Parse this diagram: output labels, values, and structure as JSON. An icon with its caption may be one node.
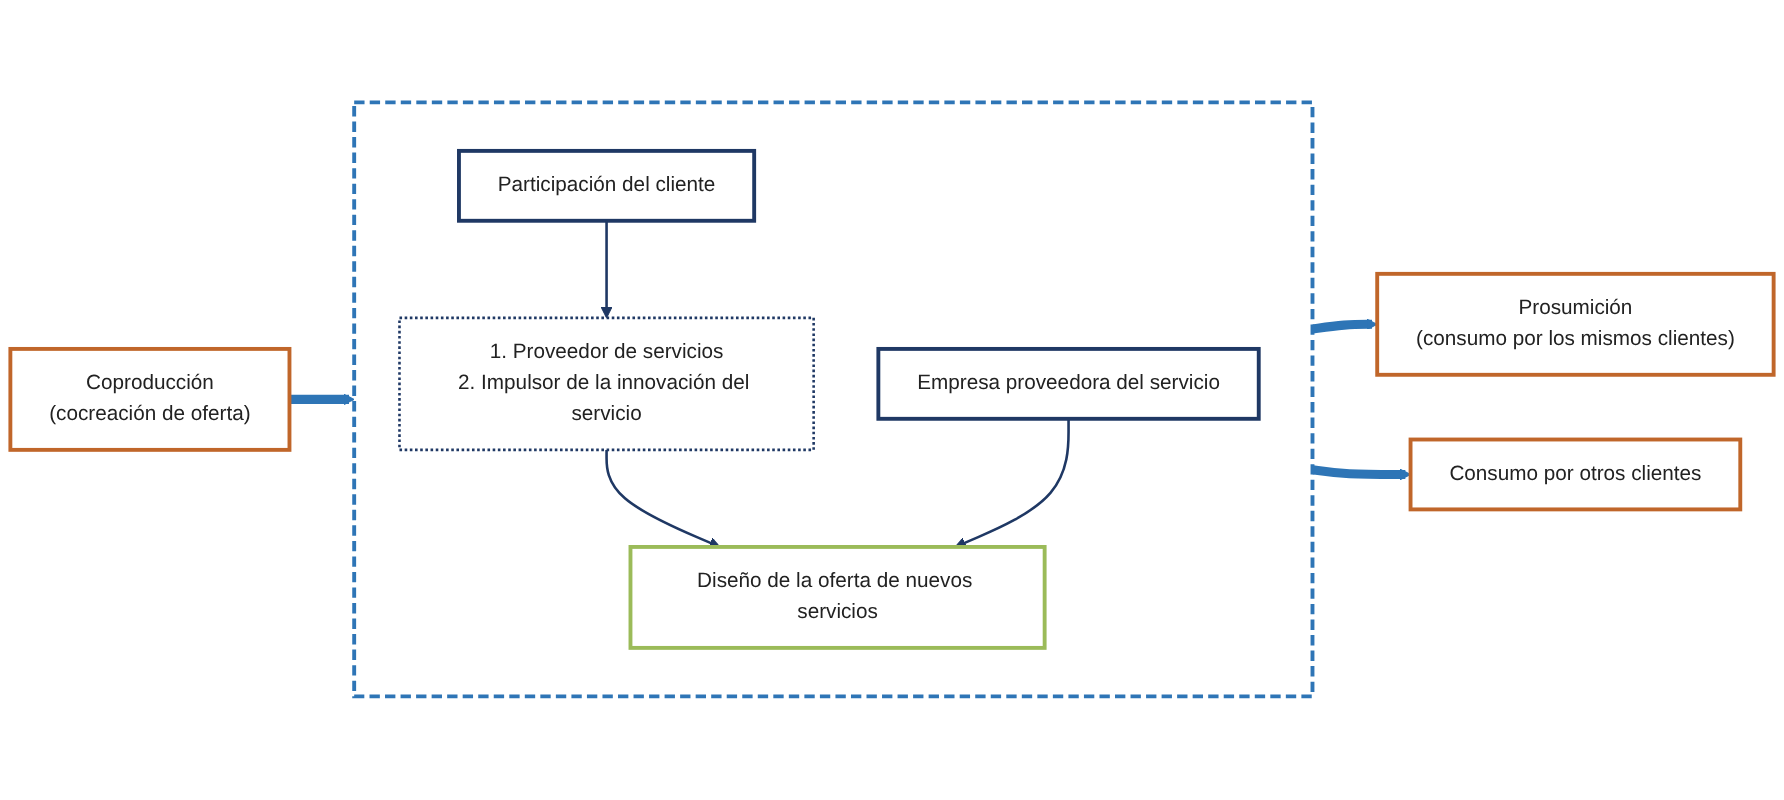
{
  "diagram": {
    "nodes": [
      {
        "text": [
          "Coproducción",
          "(cocreación de oferta)"
        ]
      },
      {
        "text": [],
        "shape": "box"
      },
      {
        "text": [
          "Participación del cliente"
        ],
        "in": 1
      },
      {
        "text": [
          "1. Proveedor de servicios",
          "2. Impulsor de la innovación del servicio"
        ],
        "in": 1
      },
      {
        "text": [
          "Diseño de la oferta de nuevos servicios"
        ],
        "in": 1
      },
      {
        "text": [
          "Empresa proveedora del servicio"
        ],
        "in": 1
      },
      {
        "text": [
          "Prosumición",
          "(consumo por los mismos clientes)"
        ]
      },
      {
        "text": [
          "Consumo por otros clientes"
        ]
      }
    ],
    "edges": [
      {
        "from": 0,
        "to": 1,
        "arrow": "to",
        "style": "thick",
        "color": "#2e75b6"
      },
      {
        "from": 2,
        "to": 3,
        "arrow": "to"
      },
      {
        "from": 3,
        "to": 4,
        "arrow": "to"
      },
      {
        "from": 5,
        "to": 4,
        "arrow": "to"
      },
      {
        "from": 1,
        "to": 6,
        "arrow": "to",
        "style": "thick",
        "color": "#2e75b6"
      },
      {
        "from": 1,
        "to": 7,
        "arrow": "to",
        "style": "thick",
        "color": "#2e75b6"
      }
    ]
  }
}
